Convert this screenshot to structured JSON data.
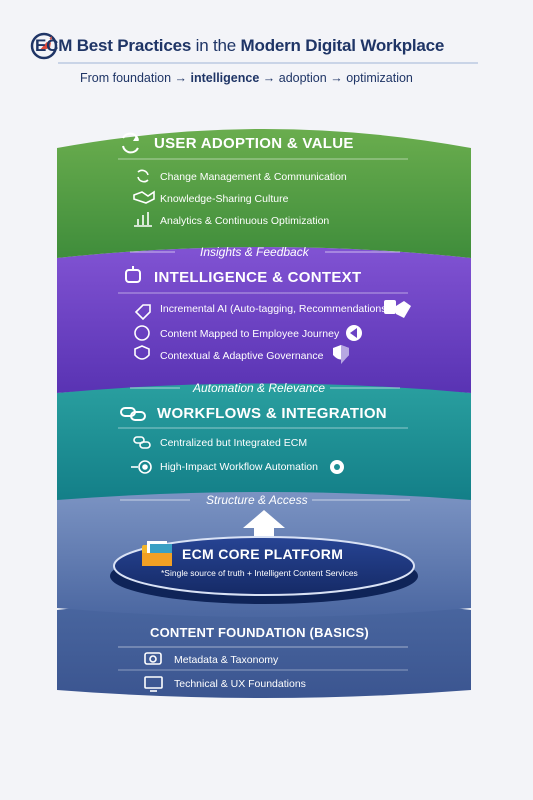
{
  "header": {
    "title_part1": "ECM Best Practices",
    "title_part2": "in the",
    "title_part3": "Modern Digital Workplace",
    "subtitle": {
      "step1": "From foundation",
      "step2": "intelligence",
      "step3": "adoption",
      "step4": "optimization",
      "arrow": "→"
    }
  },
  "layers": {
    "adoption": {
      "title": "USER ADOPTION & VALUE",
      "color": "#4f9e43",
      "items": [
        "Change Management & Communication",
        "Knowledge-Sharing Culture",
        "Analytics & Continuous Optimization"
      ],
      "icons": [
        "refresh-icon",
        "handshake-icon",
        "bar-chart-icon"
      ]
    },
    "connector_insights": "Insights & Feedback",
    "intelligence": {
      "title": "INTELLIGENCE & CONTEXT",
      "color": "#6b43c4",
      "items": [
        "Incremental AI (Auto-tagging, Recommendations)",
        "Content Mapped to Employee Journey",
        "Contextual & Adaptive Governance"
      ],
      "icons": [
        "tag-icon",
        "journey-icon",
        "shield-icon"
      ]
    },
    "connector_automation": "Automation & Relevance",
    "workflows": {
      "title": "WORKFLOWS & INTEGRATION",
      "color": "#1d8f95",
      "items": [
        "Centralized but Integrated ECM",
        "High-Impact Workflow Automation"
      ],
      "icons": [
        "link-icon",
        "target-icon"
      ]
    },
    "connector_structure": "Structure & Access",
    "core": {
      "title": "ECM CORE PLATFORM",
      "subtitle": "*Single source of truth + Intelligent Content Services",
      "color": "#1d3378"
    },
    "foundation": {
      "title": "CONTENT FOUNDATION (BASICS)",
      "color": "#45659f",
      "items": [
        "Metadata & Taxonomy",
        "Technical & UX Foundations"
      ],
      "icons": [
        "camera-icon",
        "monitor-icon"
      ]
    }
  }
}
